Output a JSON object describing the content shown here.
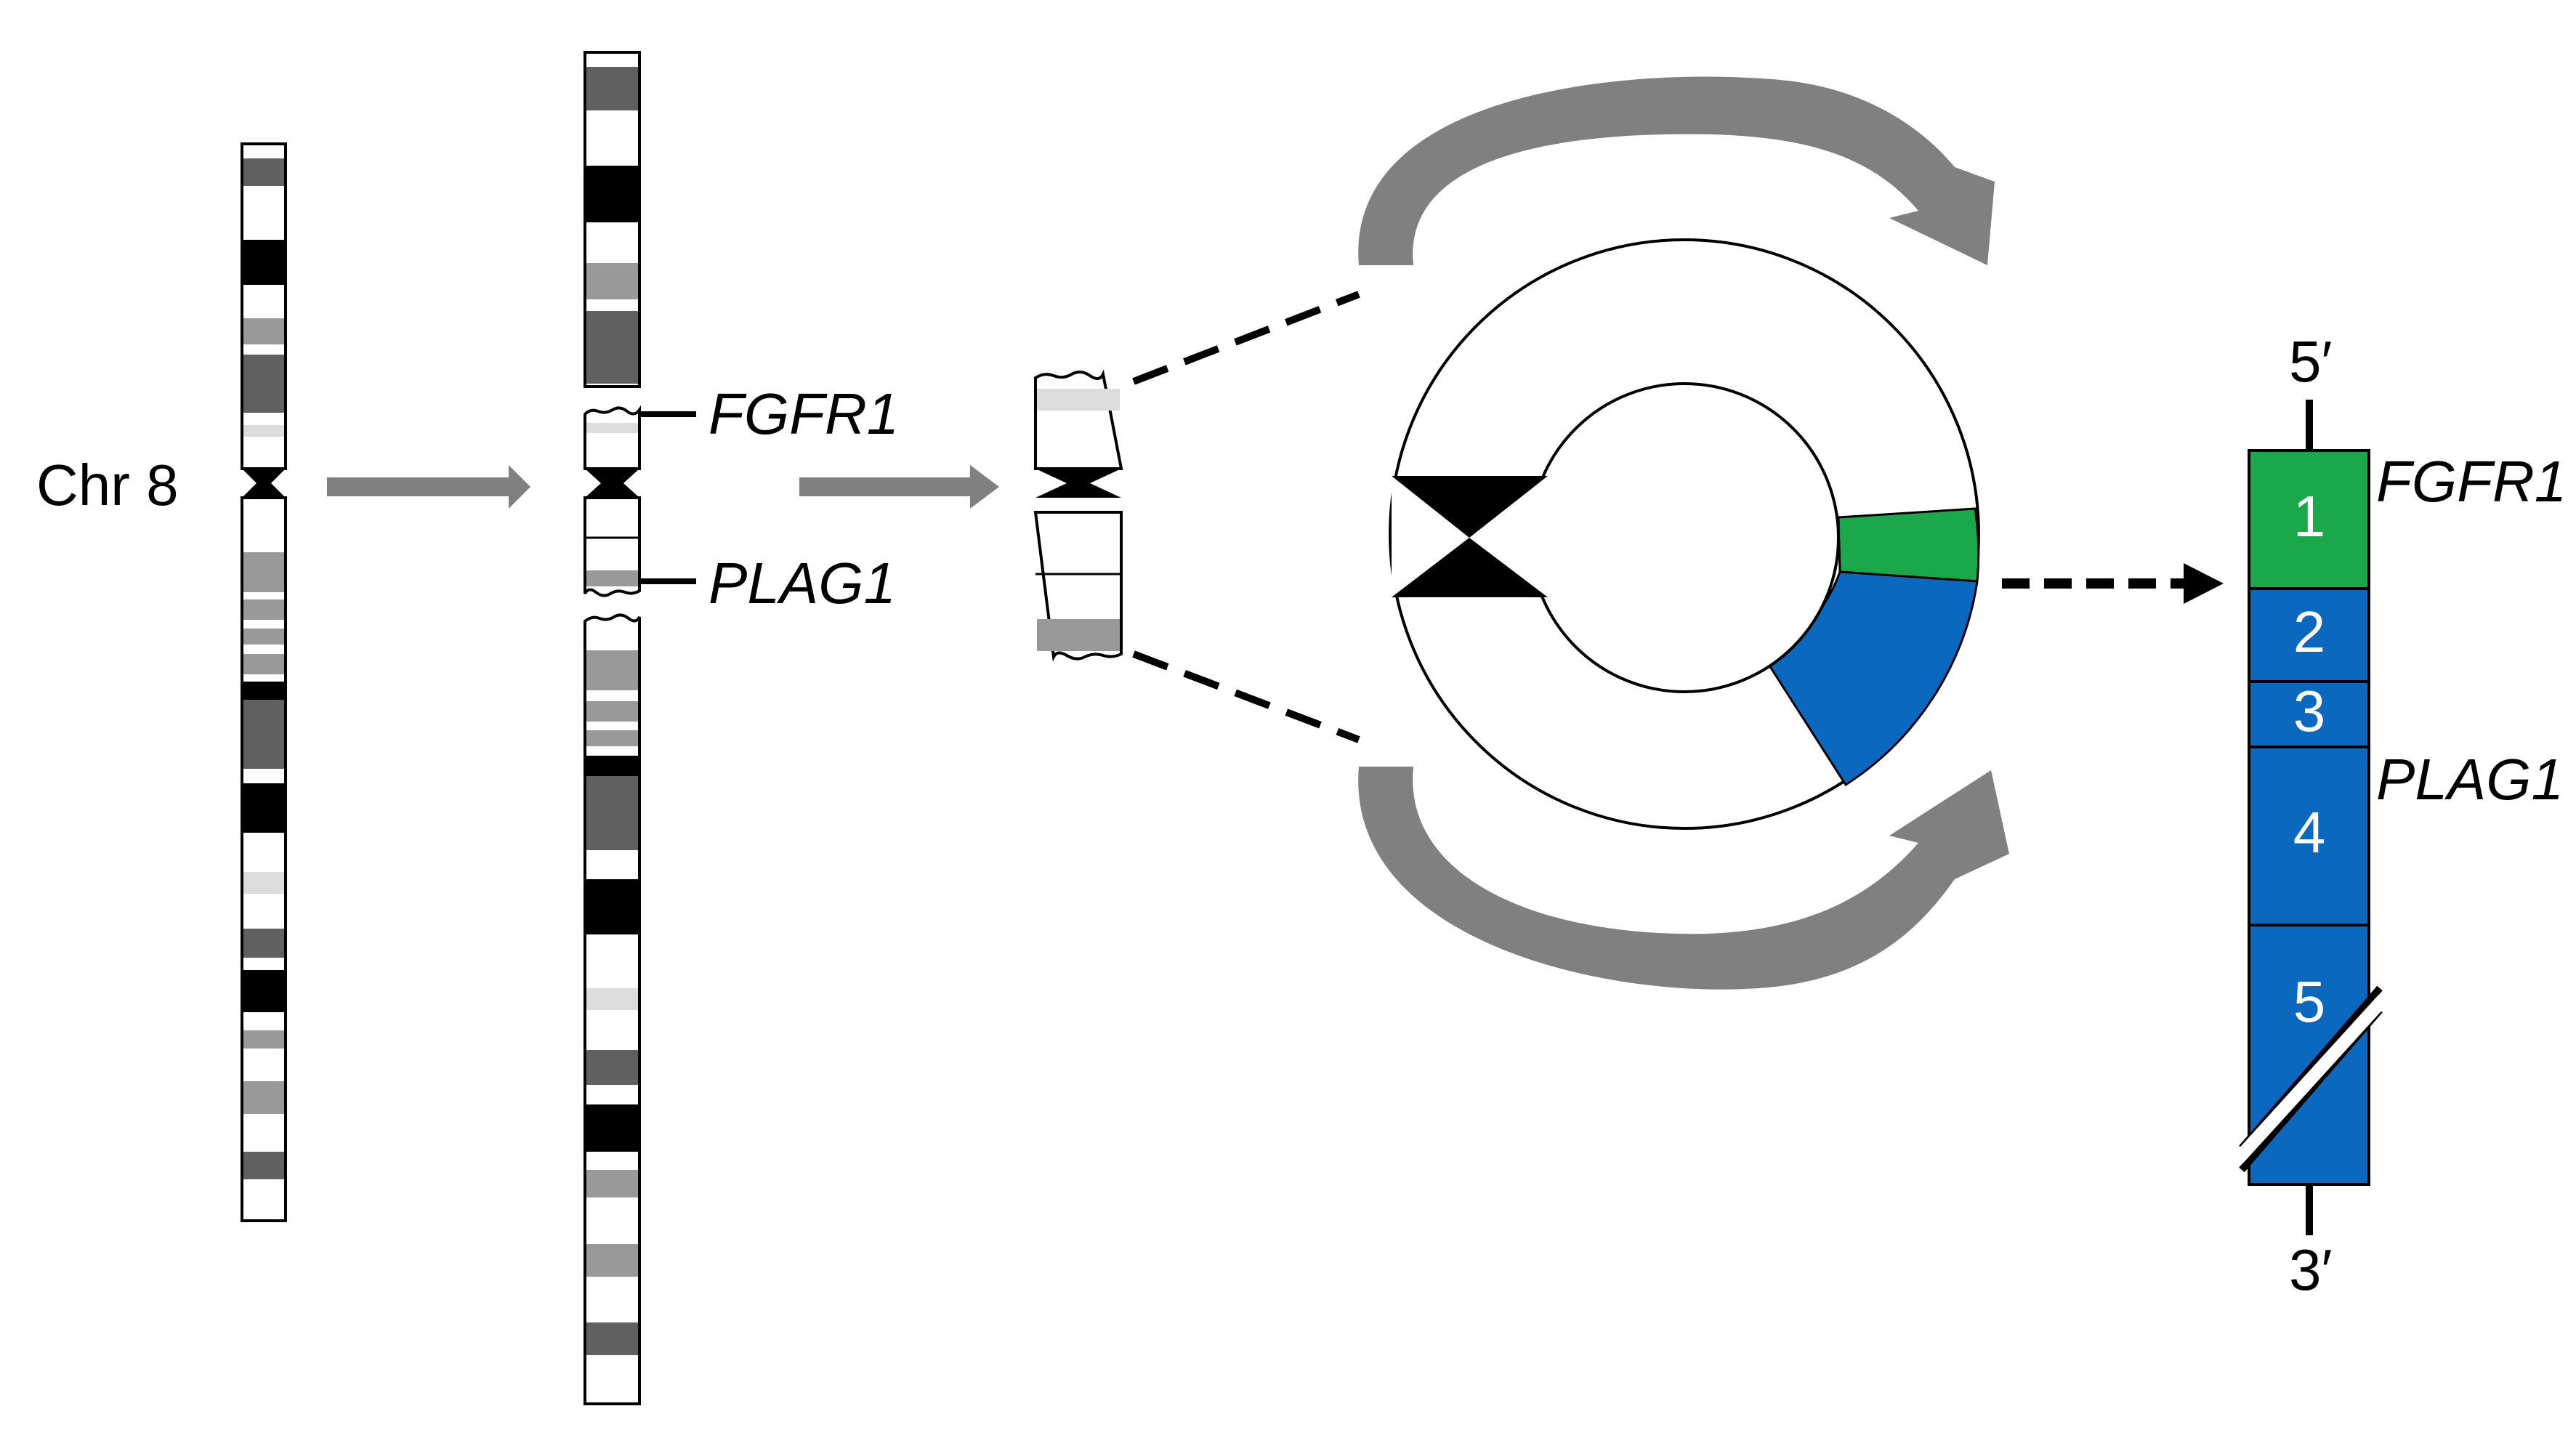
{
  "chromosome_label": "Chr 8",
  "genes": {
    "fgfr1": "FGFR1",
    "plag1": "PLAG1"
  },
  "fusion": {
    "five_prime": "5′",
    "three_prime": "3′",
    "exons": [
      {
        "label": "1",
        "gene": "FGFR1"
      },
      {
        "label": "2",
        "gene": "PLAG1"
      },
      {
        "label": "3",
        "gene": "PLAG1"
      },
      {
        "label": "4",
        "gene": "PLAG1"
      },
      {
        "label": "5",
        "gene": "PLAG1"
      }
    ]
  },
  "colors": {
    "fgfr1": "#1aa84a",
    "plag1": "#0a68bf",
    "arrow_gray": "#808080",
    "band_black": "#000000",
    "band_dark": "#606060",
    "band_mid": "#999999",
    "band_light": "#dcdcdc"
  }
}
